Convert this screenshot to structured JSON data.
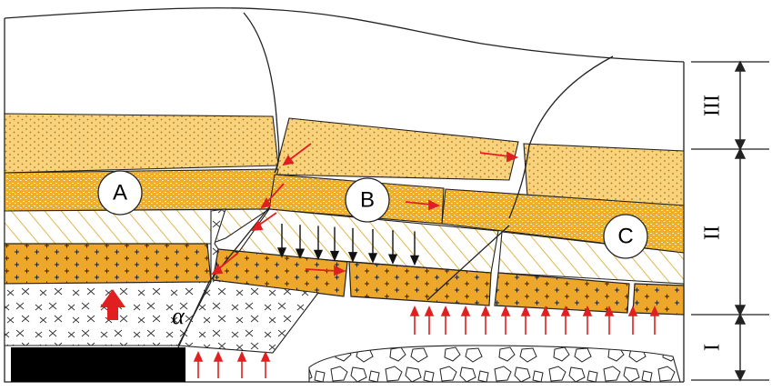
{
  "diagram": {
    "zones": [
      {
        "id": "III",
        "label": "III"
      },
      {
        "id": "II",
        "label": "II"
      },
      {
        "id": "I",
        "label": "I"
      }
    ],
    "blocks": [
      {
        "id": "A",
        "label": "A"
      },
      {
        "id": "B",
        "label": "B"
      },
      {
        "id": "C",
        "label": "C"
      }
    ],
    "angle_label": "α",
    "colors": {
      "sand": "#F5C04A",
      "dark_sand": "#E6A21A",
      "dot": "#B8860B",
      "red_arrow": "#E02020",
      "hatch": "#D4A020",
      "coal": "#000000"
    }
  }
}
